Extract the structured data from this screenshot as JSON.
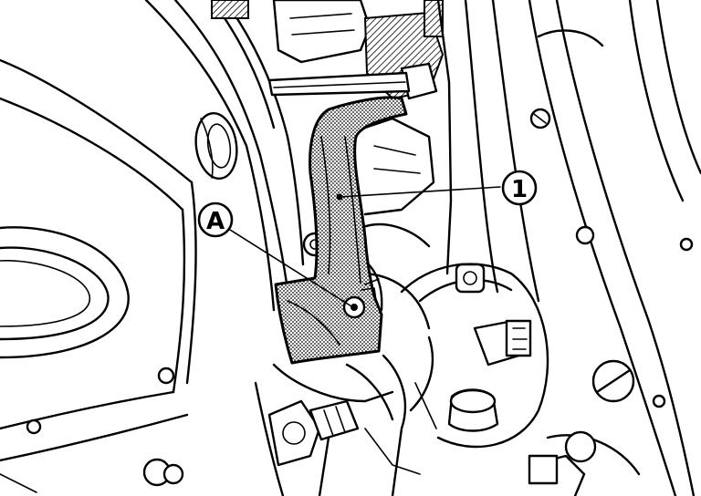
{
  "callouts": [
    {
      "id": "part-1",
      "label": "1"
    },
    {
      "id": "point-a",
      "label": "A"
    }
  ]
}
